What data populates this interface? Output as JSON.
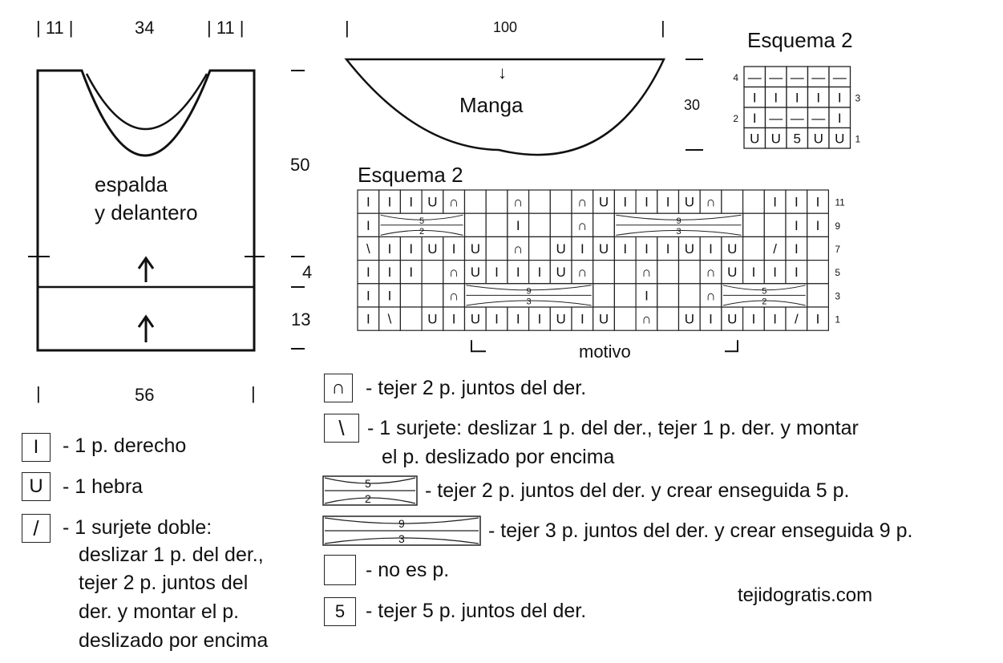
{
  "body_piece": {
    "top_dims": [
      "| 11 |",
      "34",
      "| 11 |"
    ],
    "label_line1": "espalda",
    "label_line2": "y delantero",
    "height_dims": [
      "50",
      "4",
      "13"
    ],
    "bottom_dim": "56",
    "bar": "|"
  },
  "sleeve": {
    "top_dim": "100",
    "label": "Manga",
    "height_dim": "30",
    "arrow": "↓",
    "bar": "|"
  },
  "scheme_small": {
    "title": "Esquema 2",
    "rows": [
      [
        "—",
        "—",
        "—",
        "—",
        "—"
      ],
      [
        "I",
        "I",
        "I",
        "I",
        "I"
      ],
      [
        "I",
        "—",
        "—",
        "—",
        "I"
      ],
      [
        "U",
        "U",
        "5",
        "U",
        "U"
      ]
    ],
    "row_numbers_left": [
      "4",
      "",
      "2",
      ""
    ],
    "row_numbers_right": [
      "",
      "3",
      "",
      "1"
    ]
  },
  "scheme_big": {
    "title": "Esquema 2",
    "rows": [
      [
        "I",
        "I",
        "I",
        "U",
        "∩",
        "",
        "",
        "∩",
        "",
        "",
        "∩",
        "U",
        "I",
        "I",
        "I",
        "U",
        "∩",
        "",
        "",
        "I",
        "I",
        "I"
      ],
      [
        "I",
        "",
        "",
        "",
        "∩",
        "",
        "",
        "I",
        "",
        "",
        "∩",
        "",
        "",
        "",
        "",
        "",
        "∩",
        "",
        "",
        "",
        "I",
        "I"
      ],
      [
        "\\",
        "I",
        "I",
        "U",
        "I",
        "U",
        "",
        "∩",
        "",
        "U",
        "I",
        "U",
        "I",
        "I",
        "I",
        "U",
        "I",
        "U",
        "",
        "/",
        "I"
      ],
      [
        "I",
        "I",
        "I",
        "",
        "∩",
        "U",
        "I",
        "I",
        "I",
        "U",
        "∩",
        "",
        "",
        "∩",
        "",
        "",
        "∩",
        "U",
        "I",
        "I",
        "I"
      ],
      [
        "I",
        "I",
        "",
        "",
        "∩",
        "",
        "",
        "",
        "",
        "",
        "∩",
        "",
        "",
        "I",
        "",
        "",
        "∩",
        "",
        "",
        "",
        "I"
      ],
      [
        "I",
        "\\",
        "",
        "U",
        "I",
        "U",
        "I",
        "I",
        "I",
        "U",
        "I",
        "U",
        "",
        "∩",
        "",
        "U",
        "I",
        "U",
        "I",
        "I",
        "/",
        "I"
      ]
    ],
    "cables": [
      {
        "row": 1,
        "top": "5",
        "bottom": "2"
      },
      {
        "row": 1,
        "top": "9",
        "bottom": "3"
      },
      {
        "row": 4,
        "top": "9",
        "bottom": "3"
      },
      {
        "row": 4,
        "top": "5",
        "bottom": "2"
      }
    ],
    "row_numbers": [
      "11",
      "9",
      "7",
      "5",
      "3",
      "1"
    ],
    "motif_label": "motivo"
  },
  "legend": {
    "knit": {
      "symbol": "I",
      "text": "- 1 p. derecho"
    },
    "yarn_over": {
      "symbol": "U",
      "text": "- 1 hebra"
    },
    "double_decrease": {
      "symbol": "/",
      "lines": [
        "- 1 surjete doble:",
        "deslizar 1 p. del der.,",
        "tejer 2 p. juntos del",
        "der. y montar el p.",
        "deslizado por encima"
      ]
    },
    "k2tog": {
      "symbol": "∩",
      "text": "- tejer 2 p. juntos del der."
    },
    "ssk": {
      "symbol": "\\",
      "lines": [
        "- 1 surjete: deslizar 1 p. del der., tejer 1 p. der. y montar",
        "el p. deslizado por encima"
      ]
    },
    "cable_5_2": {
      "top": "5",
      "bottom": "2",
      "text": "- tejer 2 p. juntos del der. y crear enseguida 5 p."
    },
    "cable_9_3": {
      "top": "9",
      "bottom": "3",
      "text": "- tejer 3 p. juntos del der. y crear enseguida 9 p."
    },
    "no_stitch": {
      "text": "- no es p."
    },
    "k5tog": {
      "symbol": "5",
      "text": "- tejer 5 p. juntos del der."
    }
  },
  "website": "tejidogratis.com"
}
